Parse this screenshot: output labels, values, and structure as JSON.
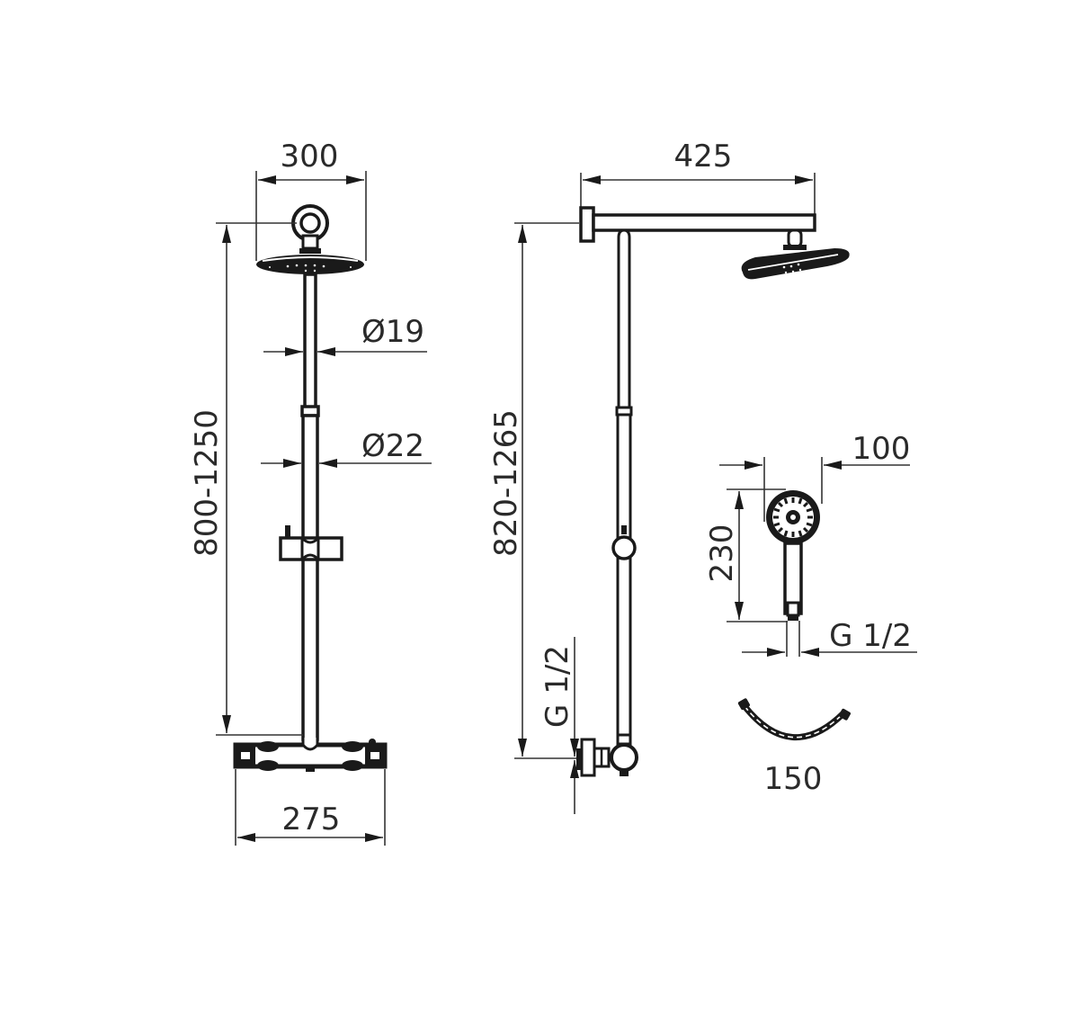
{
  "diagram": {
    "type": "technical-dimension-drawing",
    "subject": "thermostatic shower system",
    "views": {
      "front": {
        "overhead_width": "300",
        "upper_pipe_diameter": "Ø19",
        "lower_pipe_diameter": "Ø22",
        "height_range": "800-1250",
        "mixer_width": "275"
      },
      "side": {
        "arm_length": "425",
        "height_range": "820-1265",
        "inlet_thread": "G 1/2"
      },
      "hand_shower": {
        "head_width": "100",
        "length": "230",
        "thread": "G 1/2"
      },
      "hose": {
        "length": "150"
      }
    }
  }
}
